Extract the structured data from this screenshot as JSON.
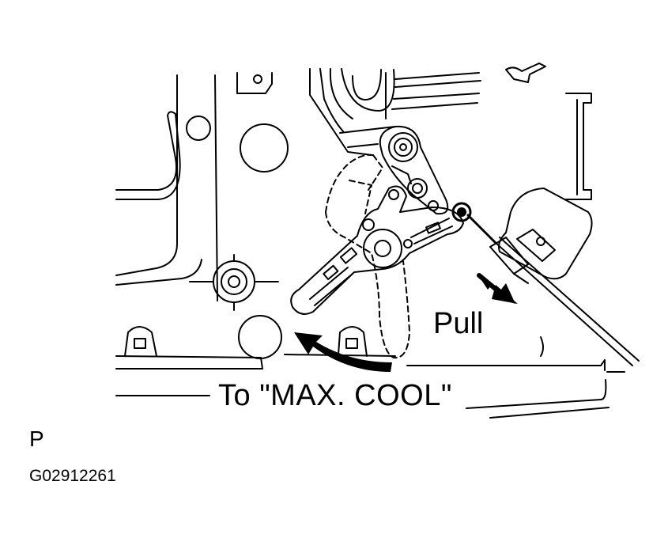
{
  "labels": {
    "pull": "Pull",
    "to_max_cool": "To \"MAX. COOL\"",
    "section_letter": "P",
    "figure_code": "G02912261"
  },
  "colors": {
    "line": "#000000",
    "background": "#ffffff"
  }
}
